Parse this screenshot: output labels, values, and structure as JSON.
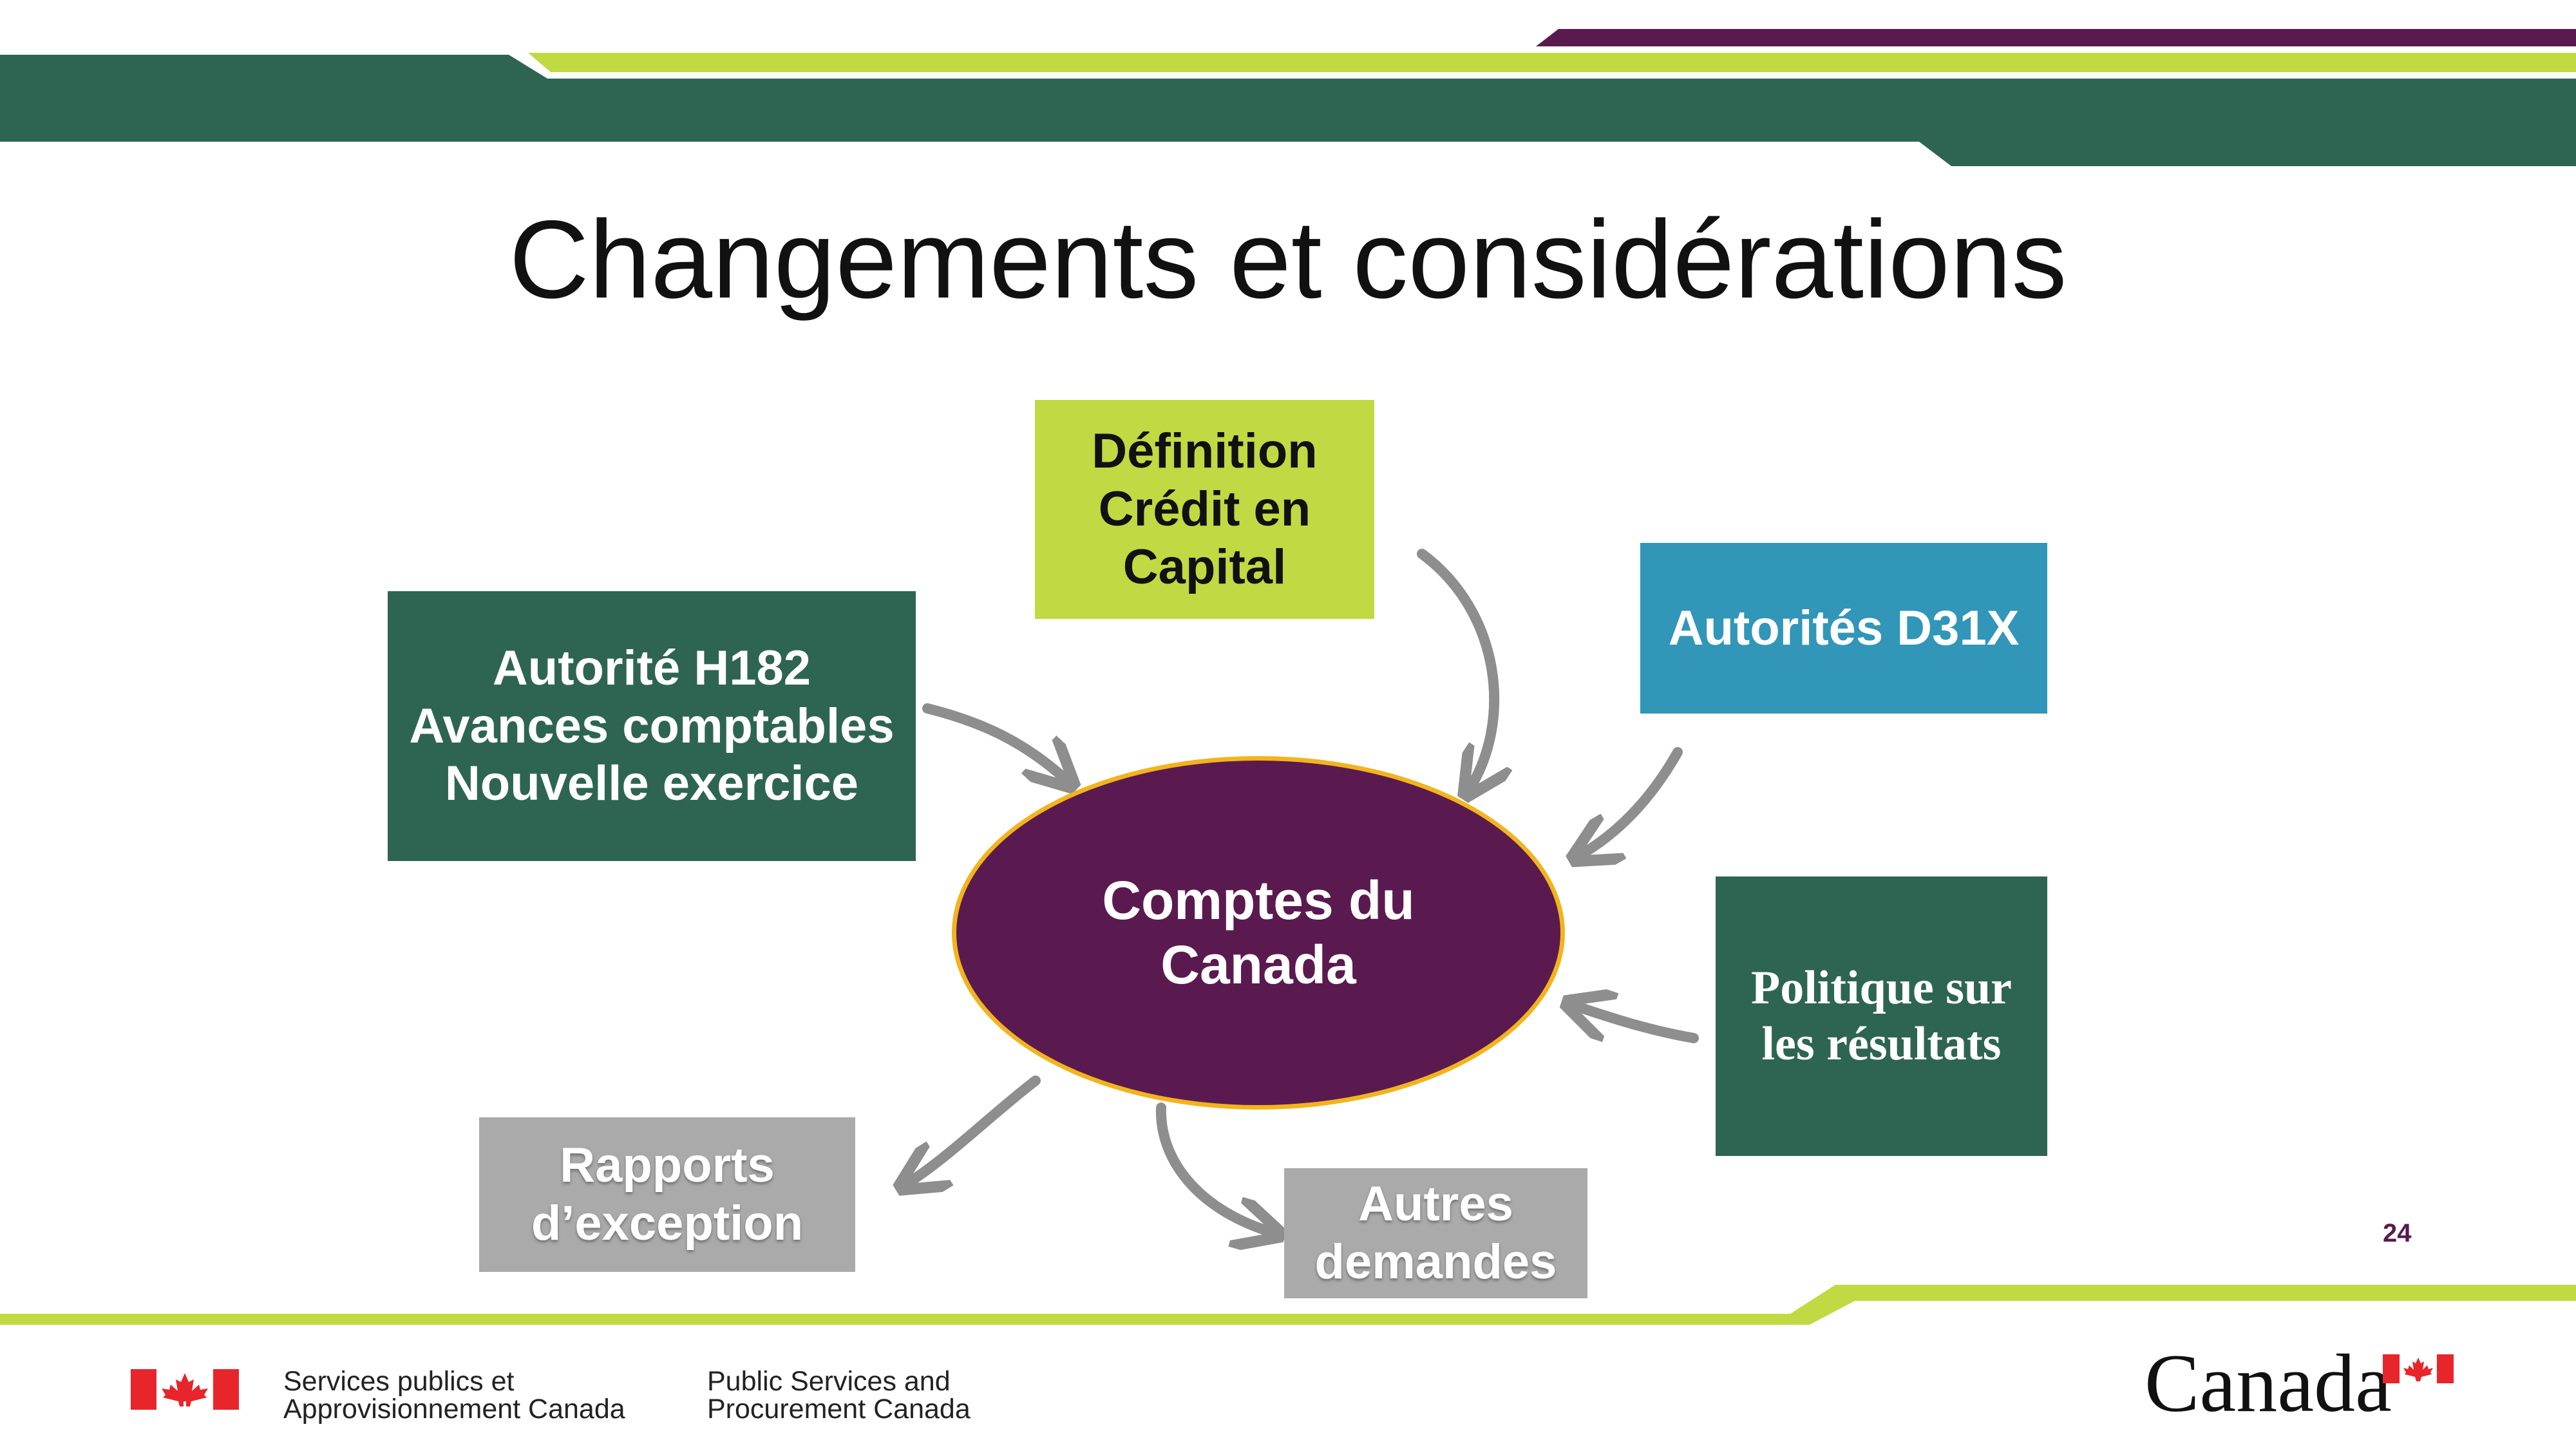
{
  "title": "Changements et considérations",
  "colors": {
    "dark_green": "#2e6552",
    "lime": "#c1d942",
    "purple": "#5a1a4f",
    "teal": "#3196b8",
    "grey": "#aaaaaa",
    "gold": "#f2b41c",
    "red": "#e8252b"
  },
  "diagram": {
    "center": "Comptes du\nCanada",
    "nodes": [
      {
        "id": "definition",
        "label": "Définition\nCrédit en\nCapital",
        "direction": "inbound"
      },
      {
        "id": "autorite-h182",
        "label": "Autorité  H182\nAvances comptables\nNouvelle exercice",
        "direction": "inbound"
      },
      {
        "id": "autorites-d31x",
        "label": "Autorités D31X",
        "direction": "inbound"
      },
      {
        "id": "politique",
        "label": "Politique sur\nles résultats",
        "direction": "inbound"
      },
      {
        "id": "rapports",
        "label": "Rapports\nd’exception",
        "direction": "outbound"
      },
      {
        "id": "autres",
        "label": "Autres\ndemandes",
        "direction": "outbound"
      }
    ]
  },
  "page_number": "24",
  "footer": {
    "dept_fr_line1": "Services publics et",
    "dept_fr_line2": "Approvisionnement Canada",
    "dept_en_line1": "Public Services and",
    "dept_en_line2": "Procurement Canada",
    "wordmark": "Canada"
  }
}
